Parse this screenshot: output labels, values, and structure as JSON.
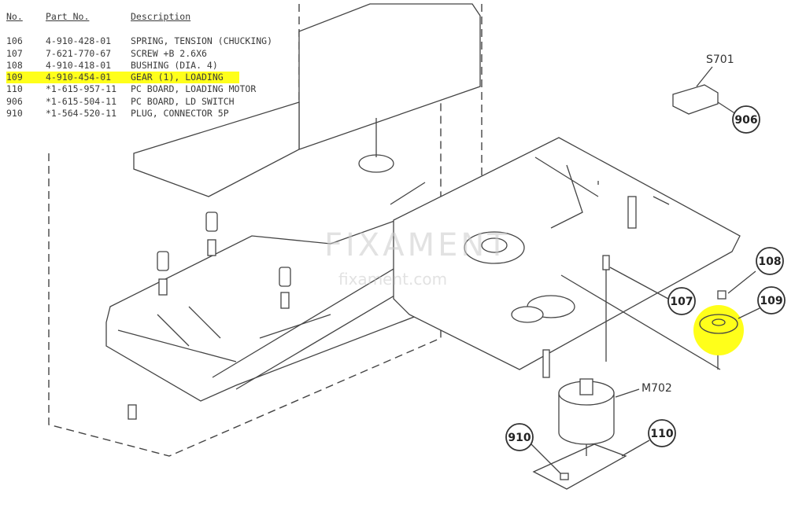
{
  "parts_table": {
    "headers": {
      "no": "No.",
      "part_no": "Part No.",
      "description": "Description"
    },
    "rows": [
      {
        "no": "106",
        "part_no": "4-910-428-01",
        "description": "SPRING, TENSION (CHUCKING)",
        "highlighted": false
      },
      {
        "no": "107",
        "part_no": "7-621-770-67",
        "description": "SCREW +B 2.6X6",
        "highlighted": false
      },
      {
        "no": "108",
        "part_no": "4-910-418-01",
        "description": "BUSHING (DIA. 4)",
        "highlighted": false
      },
      {
        "no": "109",
        "part_no": "4-910-454-01",
        "description": "GEAR (1), LOADING",
        "highlighted": true
      },
      {
        "no": "110",
        "part_no": "*1-615-957-11",
        "description": "PC BOARD, LOADING MOTOR",
        "highlighted": false
      },
      {
        "no": "906",
        "part_no": "*1-615-504-11",
        "description": "PC BOARD, LD SWITCH",
        "highlighted": false
      },
      {
        "no": "910",
        "part_no": "*1-564-520-11",
        "description": "PLUG, CONNECTOR 5P",
        "highlighted": false
      }
    ]
  },
  "callouts": {
    "s701": "S701",
    "c906": "906",
    "c107": "107",
    "c108": "108",
    "c109": "109",
    "m702": "M702",
    "c910": "910",
    "c110": "110"
  },
  "watermark": {
    "brand": "FIXAMENT",
    "url": "fixament.com"
  },
  "colors": {
    "highlight": "#ffff1a",
    "line": "#444444"
  }
}
